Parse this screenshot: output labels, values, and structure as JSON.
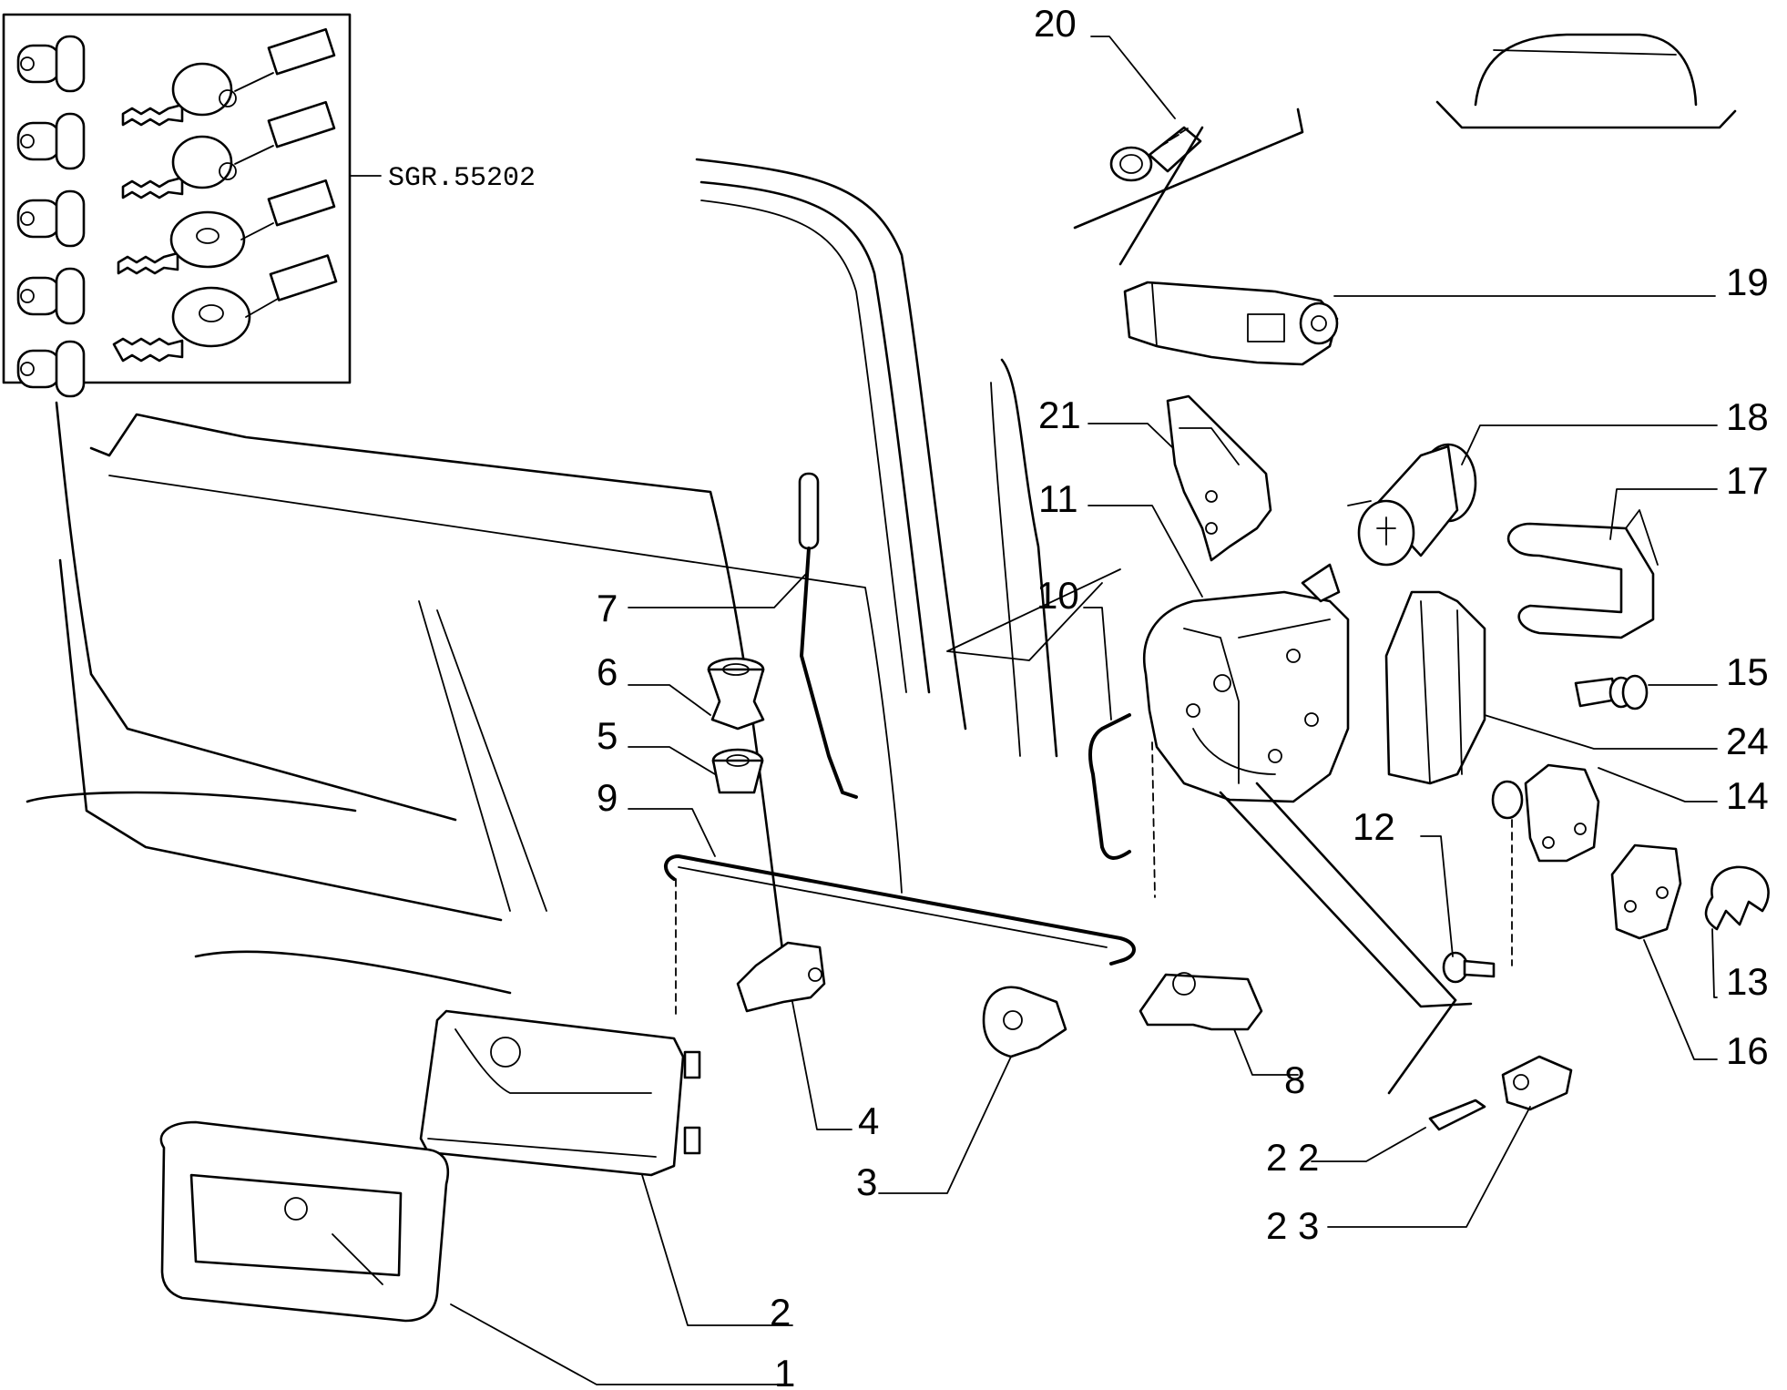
{
  "inset": {
    "reference": "SGR.55202"
  },
  "callouts": [
    {
      "id": "1",
      "label": "1"
    },
    {
      "id": "2",
      "label": "2"
    },
    {
      "id": "3",
      "label": "3"
    },
    {
      "id": "4",
      "label": "4"
    },
    {
      "id": "5",
      "label": "5"
    },
    {
      "id": "6",
      "label": "6"
    },
    {
      "id": "7",
      "label": "7"
    },
    {
      "id": "8",
      "label": "8"
    },
    {
      "id": "9",
      "label": "9"
    },
    {
      "id": "10",
      "label": "10"
    },
    {
      "id": "11",
      "label": "11"
    },
    {
      "id": "12",
      "label": "12"
    },
    {
      "id": "13",
      "label": "13"
    },
    {
      "id": "14",
      "label": "14"
    },
    {
      "id": "15",
      "label": "15"
    },
    {
      "id": "16",
      "label": "16"
    },
    {
      "id": "17",
      "label": "17"
    },
    {
      "id": "18",
      "label": "18"
    },
    {
      "id": "19",
      "label": "19"
    },
    {
      "id": "20",
      "label": "20"
    },
    {
      "id": "21",
      "label": "21"
    },
    {
      "id": "22",
      "label": "2 2"
    },
    {
      "id": "23",
      "label": "2 3"
    },
    {
      "id": "24",
      "label": "24"
    }
  ]
}
